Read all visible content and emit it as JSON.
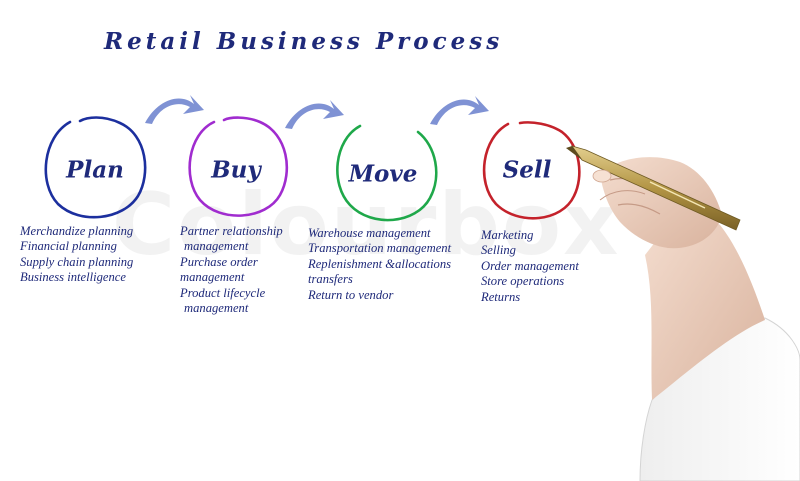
{
  "title": "Retail Business Process",
  "watermark": "Colourbox",
  "colors": {
    "text": "#1f2a7a",
    "plan": "#1c2f9e",
    "buy": "#a02ccf",
    "move": "#1fa84a",
    "sell": "#c4222b",
    "arrow": "#7f92d4"
  },
  "stages": [
    {
      "label": "Plan",
      "items": [
        "Merchandize planning",
        "Financial planning",
        "Supply chain planning",
        "Business intelligence"
      ]
    },
    {
      "label": "Buy",
      "items": [
        "Partner relationship",
        "management",
        "Purchase order",
        "management",
        "Product lifecycle",
        "management"
      ]
    },
    {
      "label": "Move",
      "items": [
        "Warehouse management",
        "Transportation management",
        "Replenishment &allocations",
        "transfers",
        "Return to vendor"
      ]
    },
    {
      "label": "Sell",
      "items": [
        "Marketing",
        "Selling",
        "Order management",
        "Store operations",
        "Returns"
      ]
    }
  ]
}
